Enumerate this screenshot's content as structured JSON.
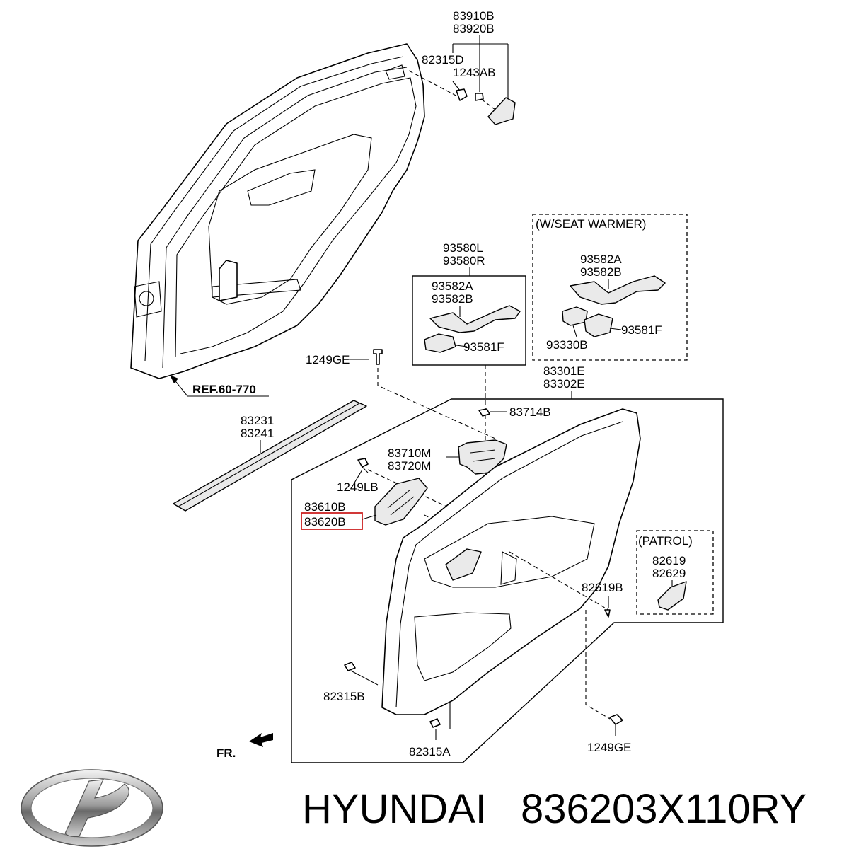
{
  "labels": {
    "p83910B": "83910B",
    "p83920B": "83920B",
    "p82315D": "82315D",
    "p1243AB": "1243AB",
    "p93580L": "93580L",
    "p93580R": "93580R",
    "p93582A_a": "93582A",
    "p93582B_a": "93582B",
    "p93581F_a": "93581F",
    "seat_warmer": "(W/SEAT WARMER)",
    "p93582A_b": "93582A",
    "p93582B_b": "93582B",
    "p93330B": "93330B",
    "p93581F_b": "93581F",
    "p1249GE_top": "1249GE",
    "ref": "REF.60-770",
    "p83301E": "83301E",
    "p83302E": "83302E",
    "p83714B": "83714B",
    "p83231": "83231",
    "p83241": "83241",
    "p83710M": "83710M",
    "p83720M": "83720M",
    "p1249LB": "1249LB",
    "p83610B": "83610B",
    "p83620B": "83620B",
    "patrol": "(PATROL)",
    "p82619": "82619",
    "p82629": "82629",
    "p82619B": "82619B",
    "p82315B": "82315B",
    "p82315A": "82315A",
    "p1249GE_bottom": "1249GE",
    "fr": "FR."
  },
  "caption": {
    "brand": "HYUNDAI",
    "part_number": "836203X110RY",
    "logo_name": "hyundai-logo"
  },
  "highlight": {
    "color": "#cc2222",
    "part": "83620B"
  }
}
